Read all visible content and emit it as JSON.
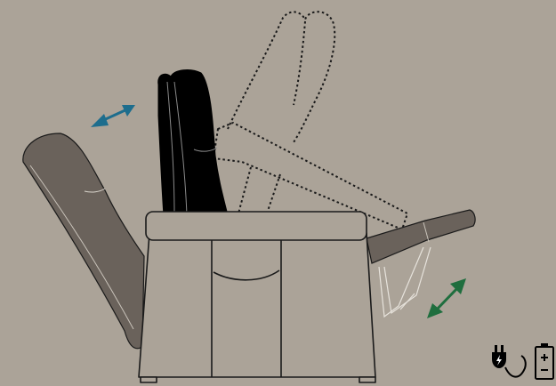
{
  "colors": {
    "background": "#aba398",
    "chair_fill": "#aba398",
    "outline": "#1a1a1a",
    "reclined_back": "#6a625b",
    "upright_back": "#000000",
    "backrest_arrow": "#1d6d8d",
    "footrest_arrow": "#1f6e3e"
  },
  "diagram": {
    "positions": [
      "reclined",
      "upright",
      "lift"
    ],
    "motions": [
      {
        "part": "backrest",
        "arrow": "double-arrow",
        "color": "#1d6d8d"
      },
      {
        "part": "footrest",
        "arrow": "double-arrow",
        "color": "#1f6e3e"
      }
    ],
    "status_icons": [
      "power-plug-icon",
      "battery-icon"
    ]
  }
}
